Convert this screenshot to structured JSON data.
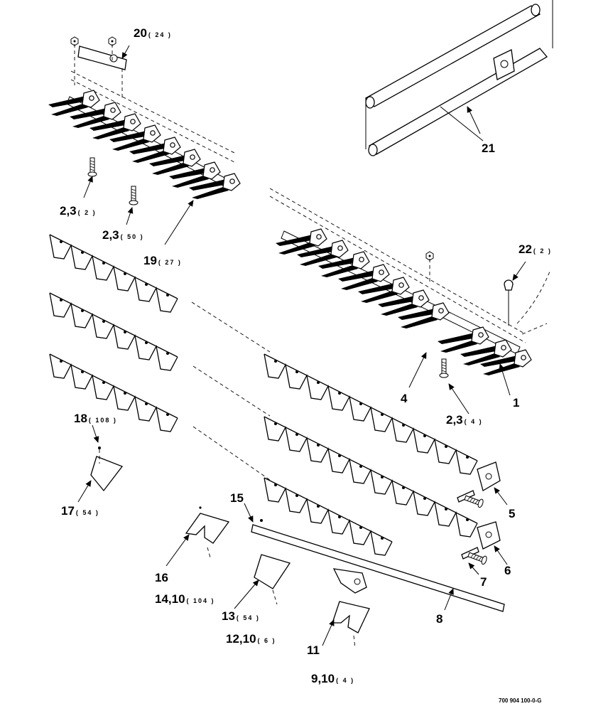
{
  "callouts": [
    {
      "id": "c20",
      "num": "20",
      "qty": "( 24 )"
    },
    {
      "id": "c21",
      "num": "21",
      "qty": ""
    },
    {
      "id": "c23a",
      "num": "2,3",
      "qty": "( 2 )"
    },
    {
      "id": "c23b",
      "num": "2,3",
      "qty": "( 50 )"
    },
    {
      "id": "c19",
      "num": "19",
      "qty": "( 27 )"
    },
    {
      "id": "c22",
      "num": "22",
      "qty": "( 2 )"
    },
    {
      "id": "c4",
      "num": "4",
      "qty": ""
    },
    {
      "id": "c1",
      "num": "1",
      "qty": ""
    },
    {
      "id": "c23c",
      "num": "2,3",
      "qty": "( 4 )"
    },
    {
      "id": "c18",
      "num": "18",
      "qty": "( 108 )"
    },
    {
      "id": "c17",
      "num": "17",
      "qty": "( 54 )"
    },
    {
      "id": "c5",
      "num": "5",
      "qty": ""
    },
    {
      "id": "c15",
      "num": "15",
      "qty": ""
    },
    {
      "id": "c6",
      "num": "6",
      "qty": ""
    },
    {
      "id": "c7",
      "num": "7",
      "qty": ""
    },
    {
      "id": "c16",
      "num": "16",
      "qty": ""
    },
    {
      "id": "c8",
      "num": "8",
      "qty": ""
    },
    {
      "id": "c14",
      "num": "14,10",
      "qty": "( 104 )"
    },
    {
      "id": "c13",
      "num": "13",
      "qty": "( 54 )"
    },
    {
      "id": "c12",
      "num": "12,10",
      "qty": "( 6 )"
    },
    {
      "id": "c11",
      "num": "11",
      "qty": ""
    },
    {
      "id": "c9",
      "num": "9,10",
      "qty": "( 4 )"
    }
  ],
  "drawing_code": "700 904 100-0-G",
  "icons": {
    "bolt": "bolt-icon",
    "nut": "nut-icon",
    "guard": "guard-icon",
    "section": "knife-section-icon",
    "arrow": "leader-arrow-icon"
  }
}
